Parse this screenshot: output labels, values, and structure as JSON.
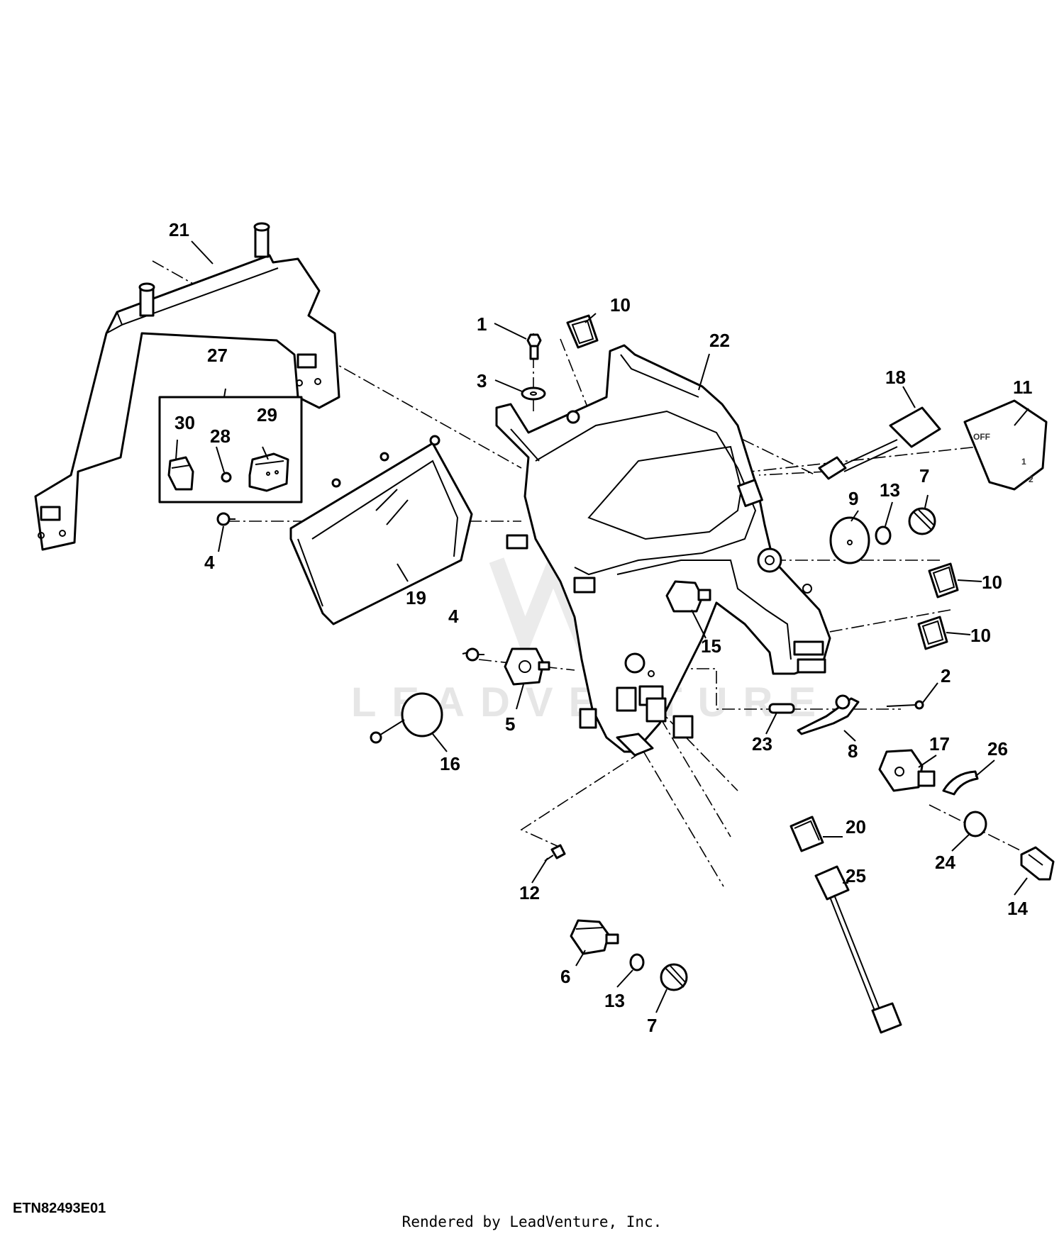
{
  "diagram": {
    "id": "ETN82493E01",
    "credit": "Rendered by LeadVenture, Inc.",
    "watermark": "LEADVENTURE",
    "decal": {
      "off": "OFF",
      "one": "1",
      "two": "2"
    },
    "callouts": [
      "1",
      "2",
      "3",
      "4",
      "4",
      "5",
      "6",
      "7",
      "7",
      "8",
      "9",
      "10",
      "10",
      "10",
      "11",
      "12",
      "13",
      "13",
      "14",
      "15",
      "16",
      "17",
      "18",
      "19",
      "20",
      "21",
      "22",
      "23",
      "24",
      "25",
      "26",
      "27",
      "28",
      "29",
      "30"
    ]
  }
}
